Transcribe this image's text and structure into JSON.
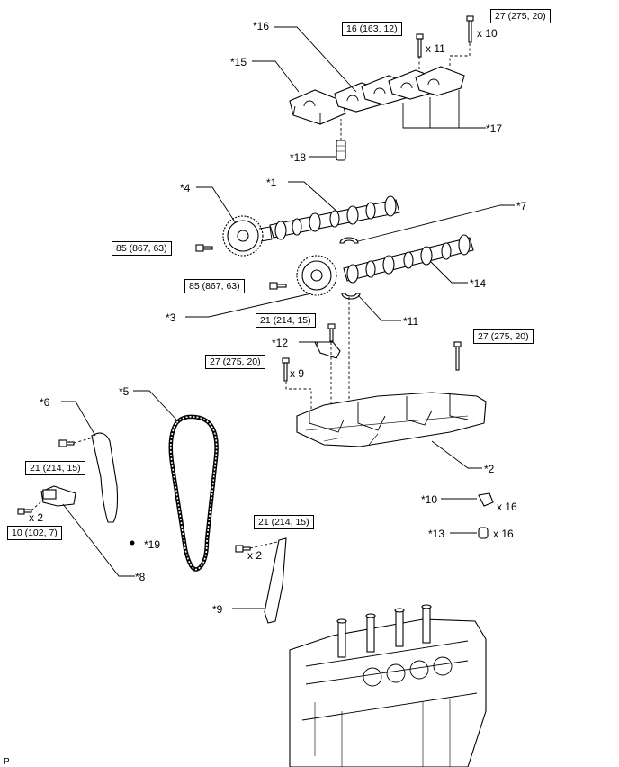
{
  "callouts": {
    "c1": "*1",
    "c2": "*2",
    "c3": "*3",
    "c4": "*4",
    "c5": "*5",
    "c6": "*6",
    "c7": "*7",
    "c8": "*8",
    "c9": "*9",
    "c10": "*10",
    "c11": "*11",
    "c12": "*12",
    "c13": "*13",
    "c14": "*14",
    "c15": "*15",
    "c16": "*16",
    "c17": "*17",
    "c18": "*18",
    "c19": "*19"
  },
  "torque": {
    "t_top1": "16 (163, 12)",
    "t_top2": "27 (275, 20)",
    "t_sprk1": "85 (867, 63)",
    "t_sprk2": "85 (867, 63)",
    "t_bracket": "21 (214, 15)",
    "t_head_left": "27 (275, 20)",
    "t_head_right": "27 (275, 20)",
    "t_guide": "21 (214, 15)",
    "t_tensioner": "10 (102, 7)",
    "t_damper": "21 (214, 15)"
  },
  "quantities": {
    "q_top1": "x 11",
    "q_top2": "x 10",
    "q_head": "x 9",
    "q_tens": "x 2",
    "q_damper": "x 2",
    "q_10": "x 16",
    "q_13": "x 16"
  },
  "footer": {
    "code": "P"
  },
  "legend": {
    "dot_marker": "●"
  }
}
